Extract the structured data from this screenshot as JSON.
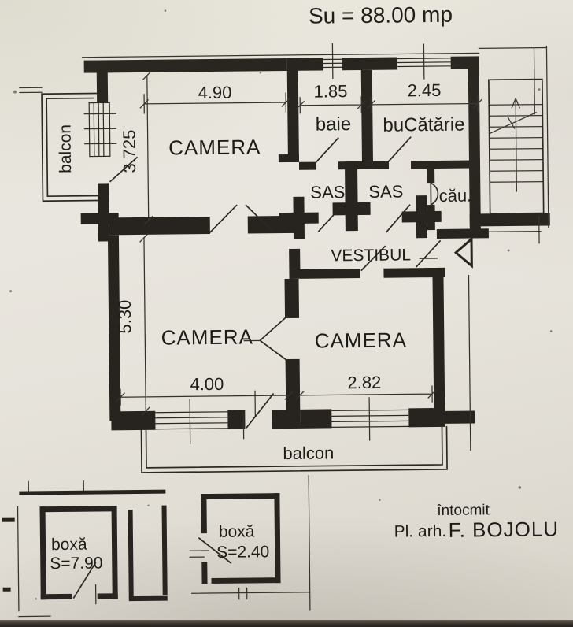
{
  "title": "Su = 88.00 mp",
  "colors": {
    "paper": "#e8e5de",
    "ink": "#27241f"
  },
  "rooms": {
    "camera_top": "CAMERA",
    "camera_bottom_left": "CAMERA",
    "camera_bottom_right": "CAMERA",
    "baie": "baie",
    "bucatarie": "buCătărie",
    "sas_left": "SAS",
    "sas_right": "SAS",
    "camara": "cău.",
    "vestibul": "VESTIBUL",
    "balcon_left": "balcon",
    "balcon_bottom": "balcon"
  },
  "dimensions": {
    "camera_top_width": "4.90",
    "baie_width": "1.85",
    "bucatarie_width": "2.45",
    "camera_top_depth": "3.725",
    "camera_bottom_depth": "5.30",
    "camera_bottom_left_width": "4.00",
    "camera_bottom_right_width": "2.82"
  },
  "storage": {
    "boxa_large_label": "boxă",
    "boxa_large_area": "S=7.90",
    "boxa_small_label": "boxă",
    "boxa_small_area": "S=2.40"
  },
  "signature": {
    "prepared_by": "întocmit",
    "role": "Pl. arh.",
    "name": "F. BOJOLU"
  }
}
